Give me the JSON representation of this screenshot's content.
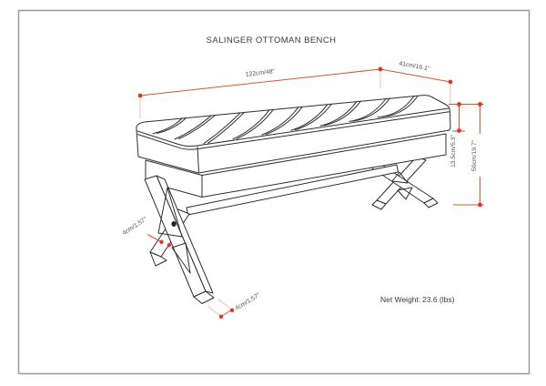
{
  "title": "SALINGER OTTOMAN BENCH",
  "diagram": {
    "dimensions": {
      "length": "122cm/48\"",
      "depth": "41cm/16.1\"",
      "seat_box_height": "13.5cm/5.3\"",
      "overall_height": "50cm/19.7\"",
      "leg_bar_width": "4cm/1.57\"",
      "foot_width": "4cm/1.57\""
    },
    "net_weight_label": "Net Weight:",
    "net_weight_value": "23.6 (lbs)",
    "colors": {
      "dimension_line": "#d2572e",
      "dimension_dot": "#e03526",
      "extension_line": "#eec3ab",
      "drawing_line": "#2e2e2e",
      "page_border": "#9a9a9a"
    }
  }
}
